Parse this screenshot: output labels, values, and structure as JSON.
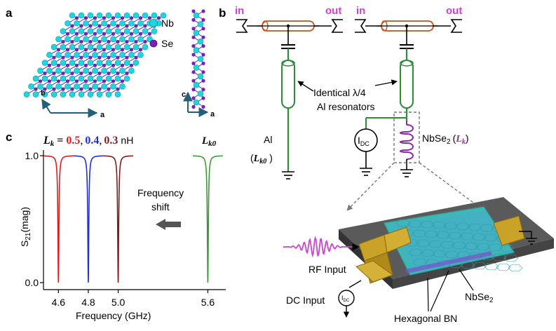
{
  "panels": {
    "a": "a",
    "b": "b",
    "c": "c"
  },
  "panel_a": {
    "legend": [
      {
        "label": "Nb",
        "color": "#1ad7e0"
      },
      {
        "label": "Se",
        "color": "#7a1fb8"
      }
    ],
    "axes_top_view": {
      "a": "a",
      "b": "b"
    },
    "axes_side_view": {
      "a": "a",
      "c": "c"
    }
  },
  "panel_b": {
    "in_label": "in",
    "out_label": "out",
    "resonator_caption_line1": "Identical λ/4",
    "resonator_caption_line2": "Al resonators",
    "al_label": "Al",
    "lk0_open": "(",
    "lk0_symbol": "L",
    "lk0_sub": "k0",
    "lk0_close": ")",
    "idc_main": "I",
    "idc_sub": "DC",
    "nbse2_main": "NbSe",
    "nbse2_sub": "2",
    "nbse2_paren_open": "(",
    "lk_symbol": "L",
    "lk_sub": "k",
    "nbse2_paren_close": ")",
    "device_labels": {
      "rf_input": "RF Input",
      "dc_input": "DC Input",
      "idc_small": "I",
      "idc_small_sub": "DC",
      "nbse2": "NbSe",
      "nbse2_sub": "2",
      "hbn": "Hexagonal BN"
    }
  },
  "panel_c": {
    "lk_prefix_symbol": "L",
    "lk_prefix_sub": "k",
    "lk_prefix_eq": " = ",
    "lk_values": [
      {
        "text": "0.5",
        "color": "#e31a1c"
      },
      {
        "text": "0.4",
        "color": "#1f2fd9"
      },
      {
        "text": "0.3",
        "color": "#7f1d1d"
      }
    ],
    "comma": ",",
    "unit": "nH",
    "lk0_symbol": "L",
    "lk0_sub": "k0",
    "shift_line1": "Frequency",
    "shift_line2": "shift",
    "ylabel_main": "S",
    "ylabel_sub": "21",
    "ylabel_rest": "(mag)",
    "xlabel": "Frequency (GHz)"
  },
  "chart_data": {
    "type": "line",
    "xlabel": "Frequency (GHz)",
    "ylabel": "S21(mag)",
    "xticks": [
      "4.6",
      "4.8",
      "5.0",
      "5.6"
    ],
    "yticks": [
      "0.0",
      "1.0"
    ],
    "xlim": [
      4.5,
      5.72
    ],
    "ylim": [
      0.0,
      1.0
    ],
    "series": [
      {
        "name": "0.5",
        "color": "#e31a1c",
        "f0": 4.6,
        "x_start": 4.5,
        "x_end": 4.7
      },
      {
        "name": "0.4",
        "color": "#1f2fd9",
        "f0": 4.8,
        "x_start": 4.7,
        "x_end": 4.9
      },
      {
        "name": "0.3",
        "color": "#7f1d1d",
        "f0": 5.0,
        "x_start": 4.9,
        "x_end": 5.1
      },
      {
        "name": "Lk0",
        "color": "#3a9a3a",
        "f0": 5.6,
        "x_start": 5.5,
        "x_end": 5.7
      }
    ],
    "min_value": 0.0,
    "max_value": 1.0
  }
}
